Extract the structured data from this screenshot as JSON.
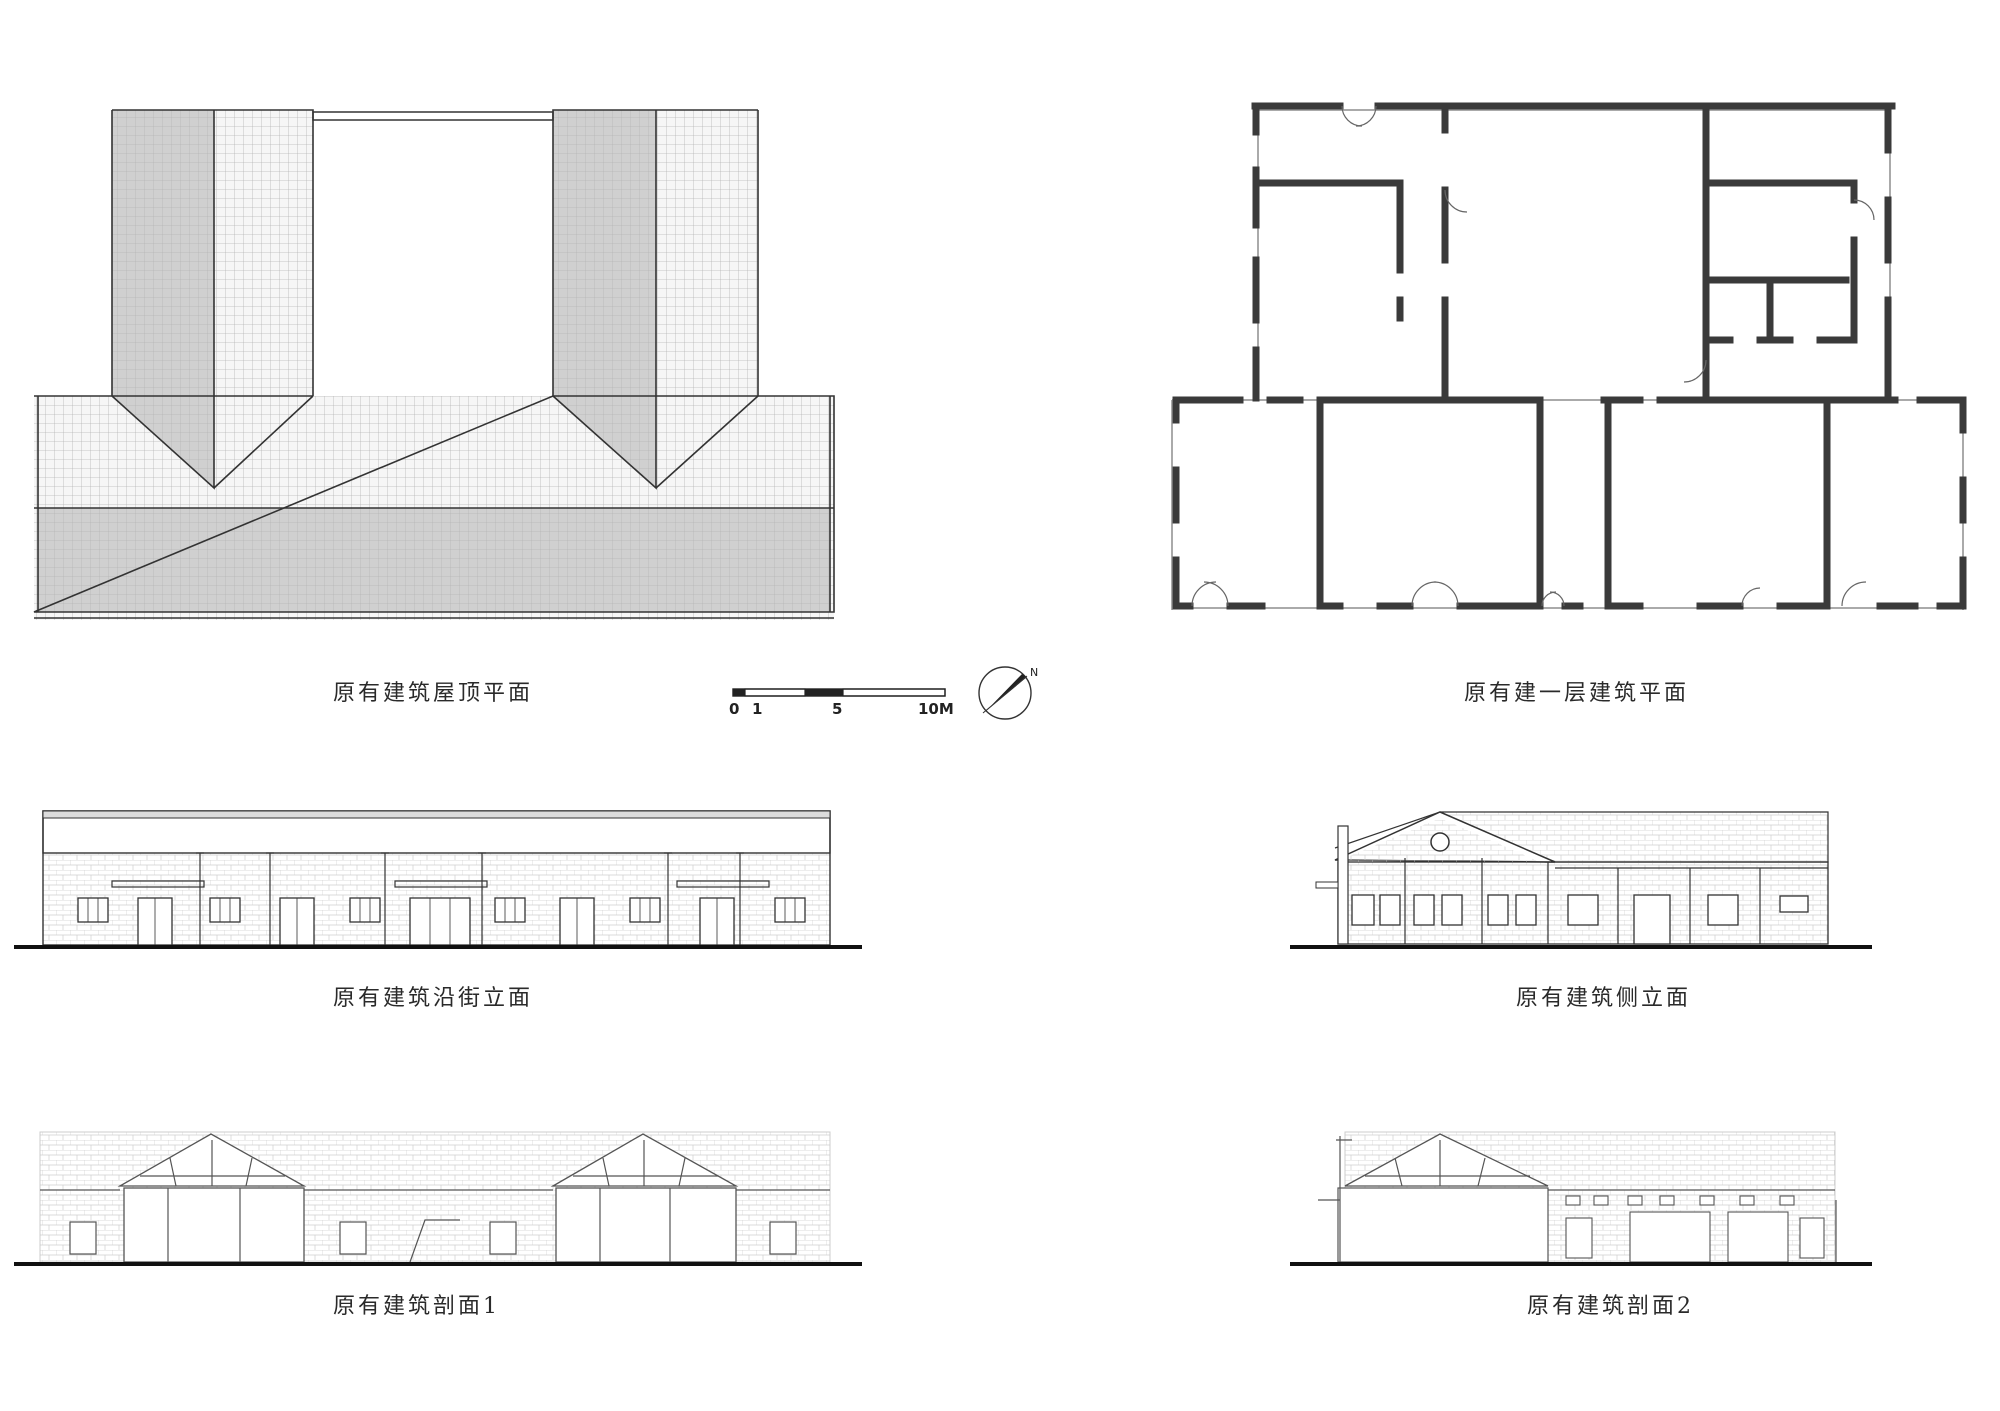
{
  "captions": {
    "roof_plan": "原有建筑屋顶平面",
    "floor_plan": "原有建一层建筑平面",
    "street_elevation": "原有建筑沿街立面",
    "side_elevation": "原有建筑侧立面",
    "section_1": "原有建筑剖面1",
    "section_2": "原有建筑剖面2"
  },
  "scale_bar": {
    "tick_labels": [
      "0",
      "1",
      "5",
      "10M"
    ]
  },
  "north_arrow": {
    "label": "N"
  },
  "colors": {
    "line": "#333333",
    "wall": "#3a3a3a",
    "roof_dark": "#cfcfcf",
    "roof_light": "#f6f6f6",
    "grid": "#bcbcbc",
    "paper": "#ffffff"
  }
}
